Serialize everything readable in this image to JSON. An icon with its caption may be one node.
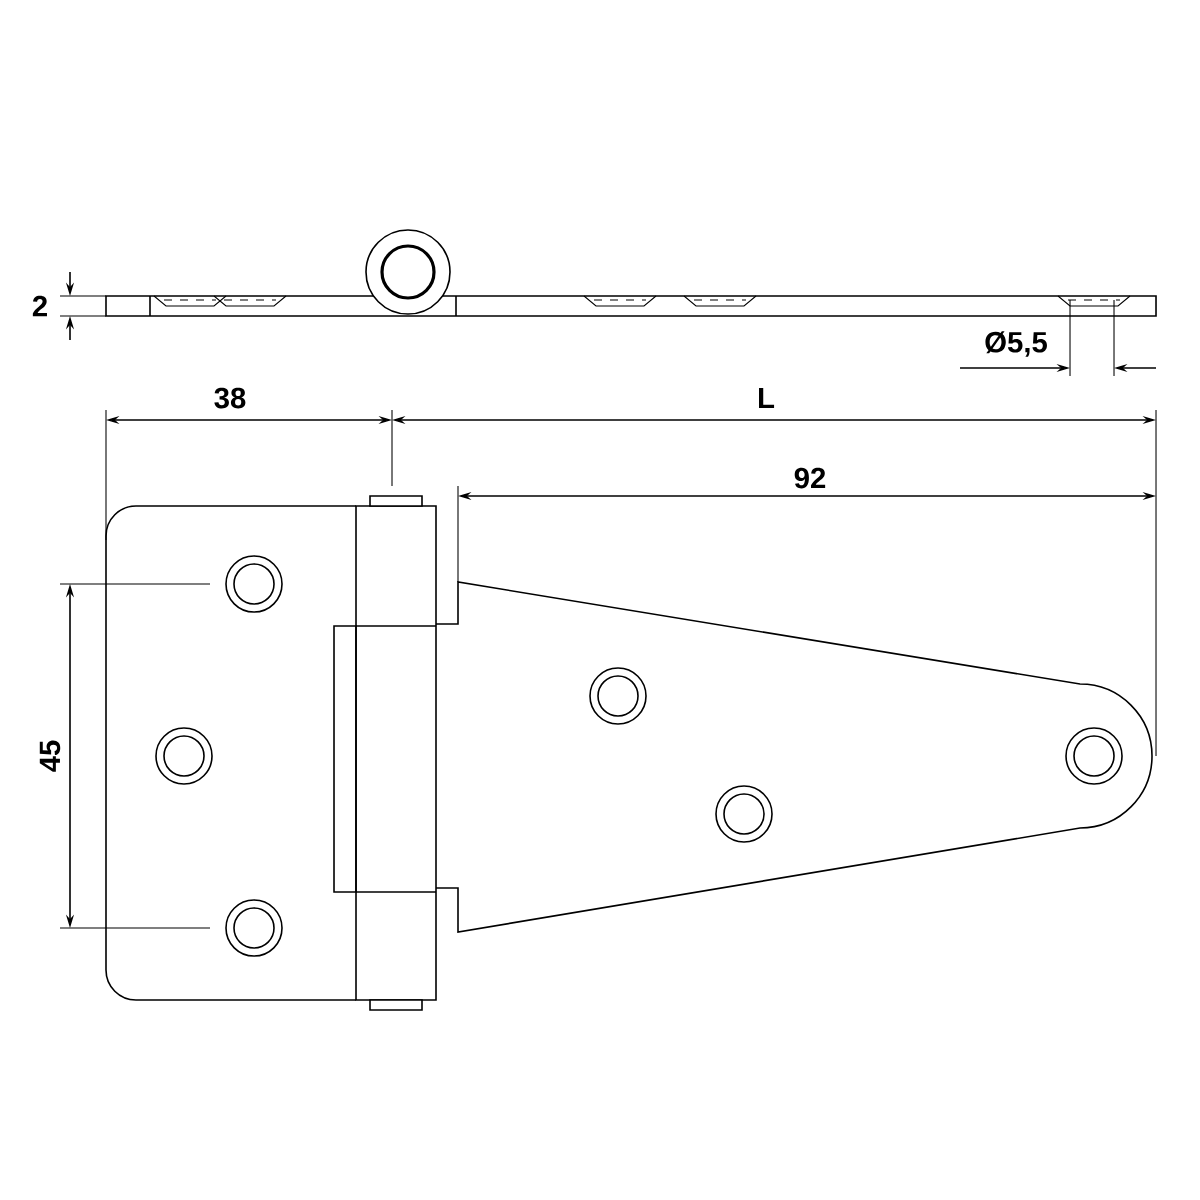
{
  "diagram": {
    "labels": [
      "2",
      "Ø5,5",
      "38",
      "L",
      "92",
      "45"
    ]
  }
}
